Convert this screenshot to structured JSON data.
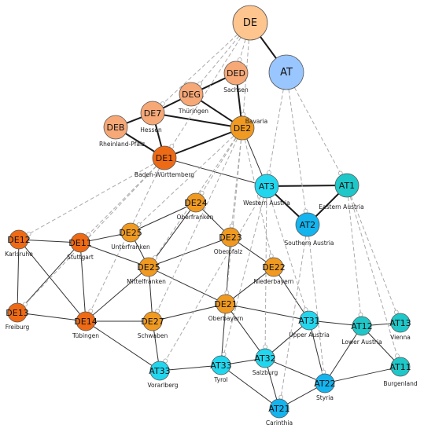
{
  "palette": {
    "de_top": "#ffc58e",
    "de_light": "#f6a877",
    "de_mid": "#f09a21",
    "de_dark": "#ef6a14",
    "at_top": "#99c6ff",
    "at_light": "#22d6ee",
    "at_mid": "#20c7c9",
    "at_dark": "#14b4ef",
    "edge_strong": "#1a1a1a",
    "edge_normal": "#333333",
    "edge_dashed": "#aaaaaa"
  },
  "nodes": [
    {
      "id": "DE",
      "label": "DE",
      "region": "",
      "color": "de_top"
    },
    {
      "id": "AT",
      "label": "AT",
      "region": "",
      "color": "at_top"
    },
    {
      "id": "DED",
      "label": "DED",
      "region": "Sachsen",
      "color": "de_light"
    },
    {
      "id": "DEG",
      "label": "DEG",
      "region": "Thüringen",
      "color": "de_light"
    },
    {
      "id": "DE7",
      "label": "DE7",
      "region": "Hessen",
      "color": "de_light"
    },
    {
      "id": "DEB",
      "label": "DEB",
      "region": "Rheinland-Pfalz",
      "color": "de_light"
    },
    {
      "id": "DE2",
      "label": "DE2",
      "region": "Bavaria",
      "color": "de_mid"
    },
    {
      "id": "DE1",
      "label": "DE1",
      "region": "Baden-Württemberg",
      "color": "de_dark"
    },
    {
      "id": "AT3",
      "label": "AT3",
      "region": "Western Austria",
      "color": "at_light"
    },
    {
      "id": "AT1",
      "label": "AT1",
      "region": "Eastern Austria",
      "color": "at_mid"
    },
    {
      "id": "AT2",
      "label": "AT2",
      "region": "Southern Austria",
      "color": "at_dark"
    },
    {
      "id": "DE24",
      "label": "DE24",
      "region": "Oberfranken",
      "color": "de_mid"
    },
    {
      "id": "DE25a",
      "label": "DE25",
      "region": "Unterfranken",
      "color": "de_mid"
    },
    {
      "id": "DE23",
      "label": "DE23",
      "region": "Oberpfalz",
      "color": "de_mid"
    },
    {
      "id": "DE22",
      "label": "DE22",
      "region": "Niederbayern",
      "color": "de_mid"
    },
    {
      "id": "DE12",
      "label": "DE12",
      "region": "Karlsruhe",
      "color": "de_dark"
    },
    {
      "id": "DE11",
      "label": "DE11",
      "region": "Stuttgart",
      "color": "de_dark"
    },
    {
      "id": "DE25b",
      "label": "DE25",
      "region": "Mittelfranken",
      "color": "de_mid"
    },
    {
      "id": "DE21",
      "label": "DE21",
      "region": "Oberbayern",
      "color": "de_mid"
    },
    {
      "id": "DE13",
      "label": "DE13",
      "region": "Freiburg",
      "color": "de_dark"
    },
    {
      "id": "DE14",
      "label": "DE14",
      "region": "Tübingen",
      "color": "de_dark"
    },
    {
      "id": "DE27",
      "label": "DE27",
      "region": "Schwaben",
      "color": "de_mid"
    },
    {
      "id": "AT31",
      "label": "AT31",
      "region": "Upper Austria",
      "color": "at_light"
    },
    {
      "id": "AT12",
      "label": "AT12",
      "region": "Lower Austria",
      "color": "at_mid"
    },
    {
      "id": "AT13",
      "label": "AT13",
      "region": "Vienna",
      "color": "at_mid"
    },
    {
      "id": "AT32",
      "label": "AT32",
      "region": "Salzburg",
      "color": "at_light"
    },
    {
      "id": "AT33a",
      "label": "AT33",
      "region": "Vorarlberg",
      "color": "at_light"
    },
    {
      "id": "AT33b",
      "label": "AT33",
      "region": "Tyrol",
      "color": "at_light"
    },
    {
      "id": "AT11",
      "label": "AT11",
      "region": "Burgenland",
      "color": "at_mid"
    },
    {
      "id": "AT22",
      "label": "AT22",
      "region": "Styria",
      "color": "at_dark"
    },
    {
      "id": "AT21",
      "label": "AT21",
      "region": "Carinthia",
      "color": "at_dark"
    }
  ],
  "edges": [
    {
      "from": "DE",
      "to": "AT",
      "style": "strong"
    },
    {
      "from": "DEG",
      "to": "DED",
      "style": "strong"
    },
    {
      "from": "DEG",
      "to": "DE7",
      "style": "strong"
    },
    {
      "from": "DEG",
      "to": "DE2",
      "style": "strong"
    },
    {
      "from": "DED",
      "to": "DE2",
      "style": "strong"
    },
    {
      "from": "DE7",
      "to": "DEB",
      "style": "strong"
    },
    {
      "from": "DE7",
      "to": "DE1",
      "style": "strong"
    },
    {
      "from": "DE7",
      "to": "DE2",
      "style": "strong"
    },
    {
      "from": "DEB",
      "to": "DE1",
      "style": "strong"
    },
    {
      "from": "DE1",
      "to": "DE2",
      "style": "strong"
    },
    {
      "from": "AT3",
      "to": "AT1",
      "style": "strong"
    },
    {
      "from": "AT3",
      "to": "AT2",
      "style": "strong"
    },
    {
      "from": "AT1",
      "to": "AT2",
      "style": "strong"
    },
    {
      "from": "DE2",
      "to": "AT3",
      "style": "normal"
    },
    {
      "from": "DE1",
      "to": "AT3",
      "style": "normal"
    },
    {
      "from": "DE12",
      "to": "DE11",
      "style": "normal"
    },
    {
      "from": "DE12",
      "to": "DE13",
      "style": "normal"
    },
    {
      "from": "DE12",
      "to": "DE14",
      "style": "normal"
    },
    {
      "from": "DE11",
      "to": "DE25a",
      "style": "normal"
    },
    {
      "from": "DE11",
      "to": "DE25b",
      "style": "normal"
    },
    {
      "from": "DE11",
      "to": "DE14",
      "style": "normal"
    },
    {
      "from": "DE11",
      "to": "DE13",
      "style": "normal"
    },
    {
      "from": "DE25a",
      "to": "DE24",
      "style": "normal"
    },
    {
      "from": "DE25a",
      "to": "DE25b",
      "style": "normal"
    },
    {
      "from": "DE24",
      "to": "DE23",
      "style": "normal"
    },
    {
      "from": "DE24",
      "to": "DE25b",
      "style": "normal"
    },
    {
      "from": "DE23",
      "to": "DE25b",
      "style": "normal"
    },
    {
      "from": "DE23",
      "to": "DE22",
      "style": "normal"
    },
    {
      "from": "DE23",
      "to": "DE21",
      "style": "normal"
    },
    {
      "from": "DE22",
      "to": "DE21",
      "style": "normal"
    },
    {
      "from": "DE22",
      "to": "AT31",
      "style": "normal"
    },
    {
      "from": "DE25b",
      "to": "DE21",
      "style": "normal"
    },
    {
      "from": "DE25b",
      "to": "DE27",
      "style": "normal"
    },
    {
      "from": "DE25b",
      "to": "DE14",
      "style": "normal"
    },
    {
      "from": "DE13",
      "to": "DE14",
      "style": "normal"
    },
    {
      "from": "DE14",
      "to": "DE27",
      "style": "normal"
    },
    {
      "from": "DE14",
      "to": "AT33a",
      "style": "normal"
    },
    {
      "from": "DE27",
      "to": "DE21",
      "style": "normal"
    },
    {
      "from": "DE27",
      "to": "AT33a",
      "style": "normal"
    },
    {
      "from": "DE21",
      "to": "AT33b",
      "style": "normal"
    },
    {
      "from": "DE21",
      "to": "AT32",
      "style": "normal"
    },
    {
      "from": "DE21",
      "to": "AT31",
      "style": "normal"
    },
    {
      "from": "AT33a",
      "to": "AT33b",
      "style": "normal"
    },
    {
      "from": "AT33b",
      "to": "AT32",
      "style": "normal"
    },
    {
      "from": "AT32",
      "to": "AT31",
      "style": "normal"
    },
    {
      "from": "AT32",
      "to": "AT22",
      "style": "normal"
    },
    {
      "from": "AT32",
      "to": "AT21",
      "style": "normal"
    },
    {
      "from": "AT31",
      "to": "AT12",
      "style": "normal"
    },
    {
      "from": "AT31",
      "to": "AT22",
      "style": "normal"
    },
    {
      "from": "AT12",
      "to": "AT13",
      "style": "normal"
    },
    {
      "from": "AT12",
      "to": "AT11",
      "style": "normal"
    },
    {
      "from": "AT12",
      "to": "AT22",
      "style": "normal"
    },
    {
      "from": "AT22",
      "to": "AT11",
      "style": "normal"
    },
    {
      "from": "AT22",
      "to": "AT21",
      "style": "normal"
    },
    {
      "from": "AT33b",
      "to": "AT21",
      "style": "normal"
    },
    {
      "from": "DE",
      "to": "DEG",
      "style": "dashed"
    },
    {
      "from": "DE",
      "to": "DE7",
      "style": "dashed"
    },
    {
      "from": "DE",
      "to": "DED",
      "style": "dashed"
    },
    {
      "from": "DE",
      "to": "DE2",
      "style": "dashed"
    },
    {
      "from": "DE",
      "to": "DE1",
      "style": "dashed"
    },
    {
      "from": "AT",
      "to": "AT3",
      "style": "dashed"
    },
    {
      "from": "AT",
      "to": "AT1",
      "style": "dashed"
    },
    {
      "from": "AT",
      "to": "AT2",
      "style": "dashed"
    },
    {
      "from": "DE1",
      "to": "DE12",
      "style": "dashed"
    },
    {
      "from": "DE1",
      "to": "DE11",
      "style": "dashed"
    },
    {
      "from": "DE1",
      "to": "DE13",
      "style": "dashed"
    },
    {
      "from": "DE1",
      "to": "DE14",
      "style": "dashed"
    },
    {
      "from": "DE2",
      "to": "DE24",
      "style": "dashed"
    },
    {
      "from": "DE2",
      "to": "DE25a",
      "style": "dashed"
    },
    {
      "from": "DE2",
      "to": "DE23",
      "style": "dashed"
    },
    {
      "from": "DE2",
      "to": "DE22",
      "style": "dashed"
    },
    {
      "from": "DE2",
      "to": "DE25b",
      "style": "dashed"
    },
    {
      "from": "DE2",
      "to": "DE21",
      "style": "dashed"
    },
    {
      "from": "DE2",
      "to": "DE27",
      "style": "dashed"
    },
    {
      "from": "AT3",
      "to": "AT31",
      "style": "dashed"
    },
    {
      "from": "AT3",
      "to": "AT32",
      "style": "dashed"
    },
    {
      "from": "AT3",
      "to": "AT33a",
      "style": "dashed"
    },
    {
      "from": "AT3",
      "to": "AT33b",
      "style": "dashed"
    },
    {
      "from": "AT1",
      "to": "AT12",
      "style": "dashed"
    },
    {
      "from": "AT1",
      "to": "AT13",
      "style": "dashed"
    },
    {
      "from": "AT1",
      "to": "AT11",
      "style": "dashed"
    },
    {
      "from": "AT2",
      "to": "AT22",
      "style": "dashed"
    },
    {
      "from": "AT2",
      "to": "AT21",
      "style": "dashed"
    }
  ]
}
